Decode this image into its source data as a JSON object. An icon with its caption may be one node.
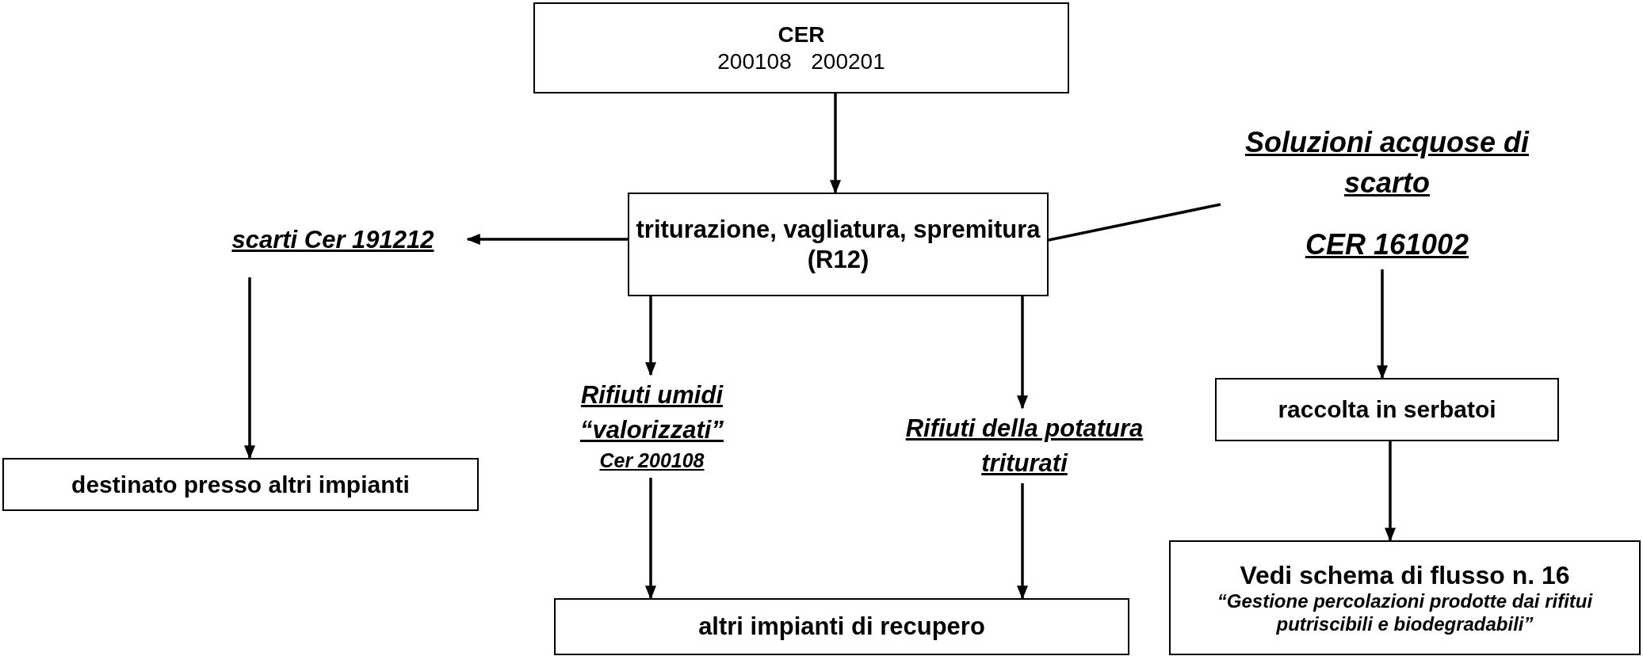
{
  "diagram": {
    "nodes": [
      {
        "text": [
          "CER",
          "200108 200201"
        ]
      },
      {
        "text": [
          "triturazione, vagliatura, spremitura (R12)"
        ]
      },
      {
        "text": [
          "scarti Cer 191212"
        ]
      },
      {
        "text": [
          "Soluzioni acquose di scarto",
          "CER 161002"
        ]
      },
      {
        "text": [
          "destinato presso altri impianti"
        ]
      },
      {
        "text": [
          "Rifiuti umidi “valorizzati”",
          "Cer 200108"
        ]
      },
      {
        "text": [
          "Rifiuti della potatura triturati"
        ]
      },
      {
        "text": [
          "raccolta in serbatoi"
        ]
      },
      {
        "text": [
          "altri impianti di recupero"
        ]
      },
      {
        "text": [
          "Vedi schema di flusso n. 16",
          "“Gestione percolazioni prodotte dai rifitui putriscibili e biodegradabili”"
        ]
      }
    ],
    "edges": [
      {
        "from": 0,
        "to": 1,
        "arrow": "to"
      },
      {
        "from": 1,
        "to": 2,
        "arrow": "to"
      },
      {
        "from": 3,
        "to": 1,
        "arrow": "none"
      },
      {
        "from": 2,
        "to": 4,
        "arrow": "to"
      },
      {
        "from": 1,
        "to": 5,
        "arrow": "to"
      },
      {
        "from": 1,
        "to": 6,
        "arrow": "to"
      },
      {
        "from": 3,
        "to": 7,
        "arrow": "to"
      },
      {
        "from": 5,
        "to": 8,
        "arrow": "to"
      },
      {
        "from": 6,
        "to": 8,
        "arrow": "to"
      },
      {
        "from": 7,
        "to": 9,
        "arrow": "to"
      }
    ]
  }
}
